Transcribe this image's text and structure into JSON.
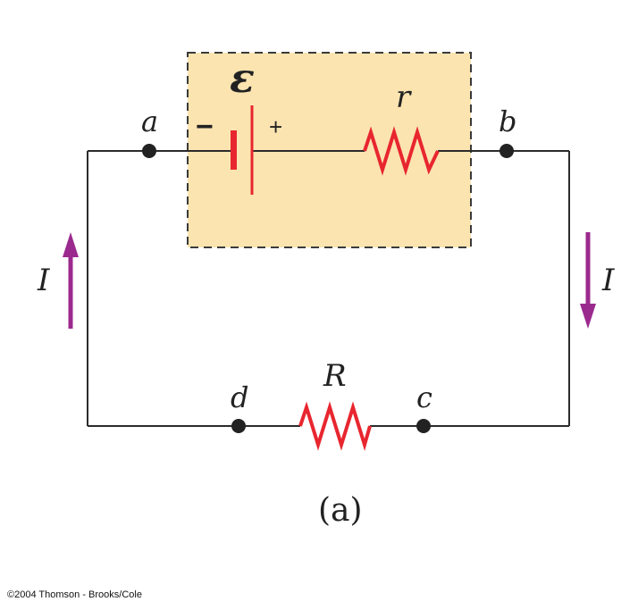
{
  "labels": {
    "emf": "ε",
    "internal_resistance": "r",
    "external_resistance": "R",
    "current_left": "I",
    "current_right": "I",
    "node_a": "a",
    "node_b": "b",
    "node_c": "c",
    "node_d": "d",
    "minus": "−",
    "plus": "+",
    "caption": "(a)"
  },
  "copyright": "©2004 Thomson - Brooks/Cole",
  "colors": {
    "wire": "#2b2b2b",
    "component": "#e8262f",
    "current_arrow": "#9b2a8e",
    "source_box_fill": "#fbe4b0",
    "source_box_border": "#3a3a3a",
    "node": "#222222"
  }
}
